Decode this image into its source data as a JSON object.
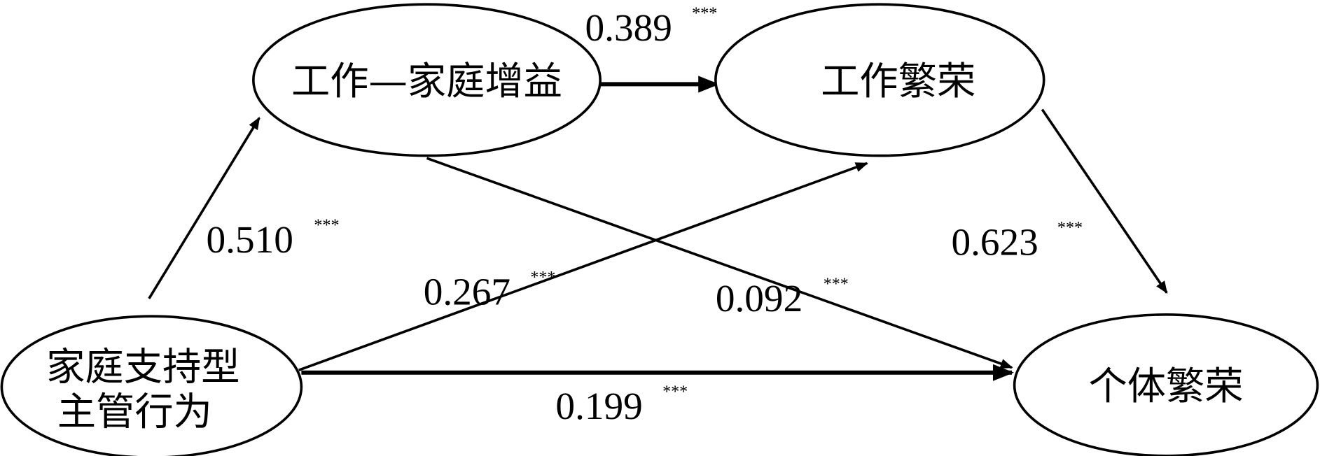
{
  "nodes": {
    "wfe": "工作—家庭增益",
    "work_thriving": "工作繁荣",
    "fsb_line1": "家庭支持型",
    "fsb_line2": "主管行为",
    "individual_thriving": "个体繁荣"
  },
  "paths": {
    "wfe_to_work": {
      "coef": "0.389",
      "sig": "***"
    },
    "fsb_to_wfe": {
      "coef": "0.510",
      "sig": "***"
    },
    "fsb_to_work": {
      "coef": "0.267",
      "sig": "***"
    },
    "wfe_to_individual": {
      "coef": "0.092",
      "sig": "***"
    },
    "work_to_individual": {
      "coef": "0.623",
      "sig": "***"
    },
    "fsb_to_individual": {
      "coef": "0.199",
      "sig": "***"
    }
  }
}
